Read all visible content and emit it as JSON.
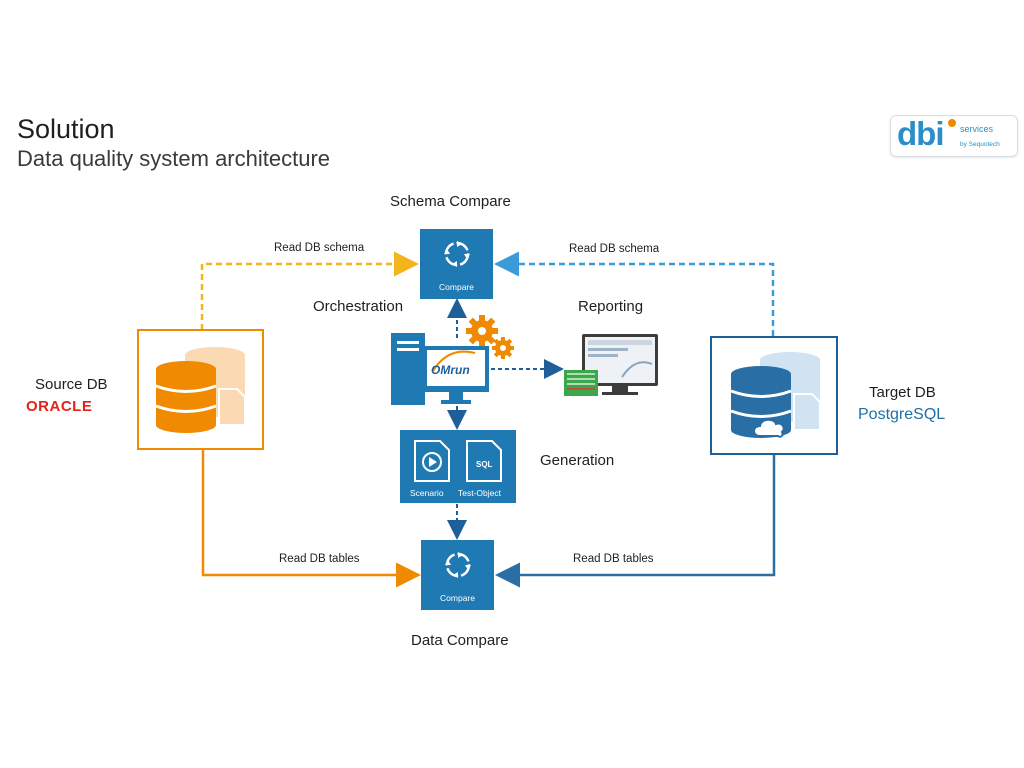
{
  "slide": {
    "title": "Solution",
    "subtitle": "Data quality system architecture"
  },
  "logo": {
    "word": "dbi",
    "tagline_1": "services",
    "tagline_2": "by Sequotech"
  },
  "nodes": {
    "schema_compare": {
      "heading": "Schema Compare",
      "box_label": "Compare"
    },
    "data_compare": {
      "heading": "Data Compare",
      "box_label": "Compare"
    },
    "orchestration": {
      "heading": "Orchestration",
      "tool_name": "OMrun"
    },
    "reporting": {
      "heading": "Reporting"
    },
    "generation": {
      "heading": "Generation",
      "scenario_label": "Scenario",
      "test_object_label": "Test-Object",
      "sql_glyph": "SQL"
    },
    "source_db": {
      "heading": "Source DB",
      "vendor": "ORACLE"
    },
    "target_db": {
      "heading": "Target DB",
      "vendor": "PostgreSQL"
    }
  },
  "edges": {
    "source_schema": "Read DB schema",
    "target_schema": "Read DB schema",
    "source_tables": "Read DB tables",
    "target_tables": "Read DB tables"
  },
  "colors": {
    "accent_blue": "#1f7ab3",
    "source_orange": "#f08a00",
    "schema_yellow": "#f2b51c",
    "target_blue": "#2a6ea6",
    "dashed_blue": "#3b9bd8"
  },
  "icons": {
    "compare": "compare-cycle-icon",
    "gears": "gears-icon",
    "computer": "computer-icon",
    "report": "report-screen-icon",
    "database": "database-icon",
    "cloud": "cloud-icon",
    "document": "document-icon",
    "play": "play-icon"
  }
}
